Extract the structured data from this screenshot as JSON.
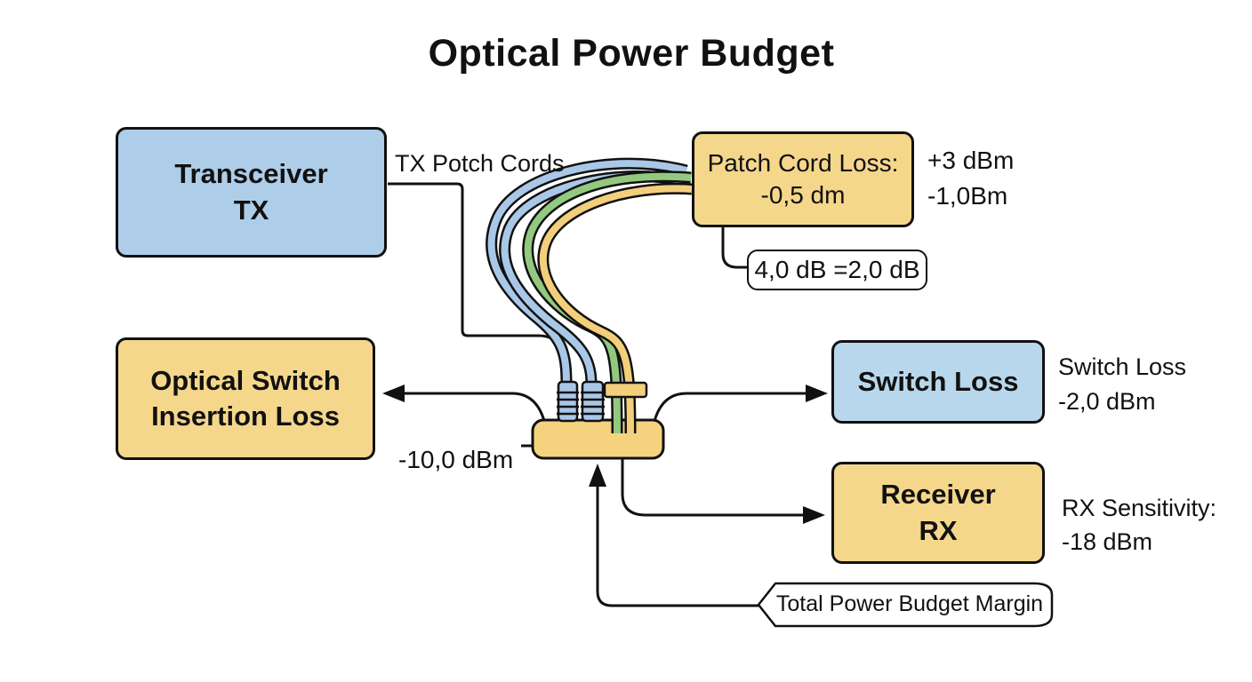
{
  "title": "Optical Power Budget",
  "nodes": {
    "transceiver": {
      "lines": [
        "Transceiver",
        "TX"
      ]
    },
    "patch_cord_loss": {
      "lines": [
        "Patch Cord Loss:",
        "-0,5 dm"
      ]
    },
    "optical_switch": {
      "lines": [
        "Optical Switch",
        "Insertion Loss"
      ]
    },
    "switch_loss": {
      "lines": [
        "Switch Loss"
      ]
    },
    "receiver": {
      "lines": [
        "Receiver",
        "RX"
      ]
    },
    "calc_box": {
      "text": "4,0 dB =2,0 dB"
    },
    "margin_callout": {
      "text": "Total Power Budget Margin"
    }
  },
  "labels": {
    "tx_patch_cords": "TX Potch Cords",
    "tx_power": "+3 dBm",
    "patch_loss_value": "-1,0Bm",
    "switch_input_power": "-10,0 dBm",
    "switch_loss_side": {
      "lines": [
        "Switch Loss",
        "-2,0 dBm"
      ]
    },
    "rx_sensitivity": {
      "lines": [
        "RX Sensitivity:",
        "-18 dBm"
      ]
    }
  },
  "colors": {
    "box_blue": "#aecde9",
    "box_blue_light": "#b9d7ec",
    "box_yellow": "#f5d78c",
    "connector_yellow": "#f5d37e",
    "cable_blue": "#a9c8e8",
    "cable_green": "#93c97f",
    "cable_yellow": "#f3cf7c",
    "line_black": "#111111",
    "background": "#ffffff"
  }
}
